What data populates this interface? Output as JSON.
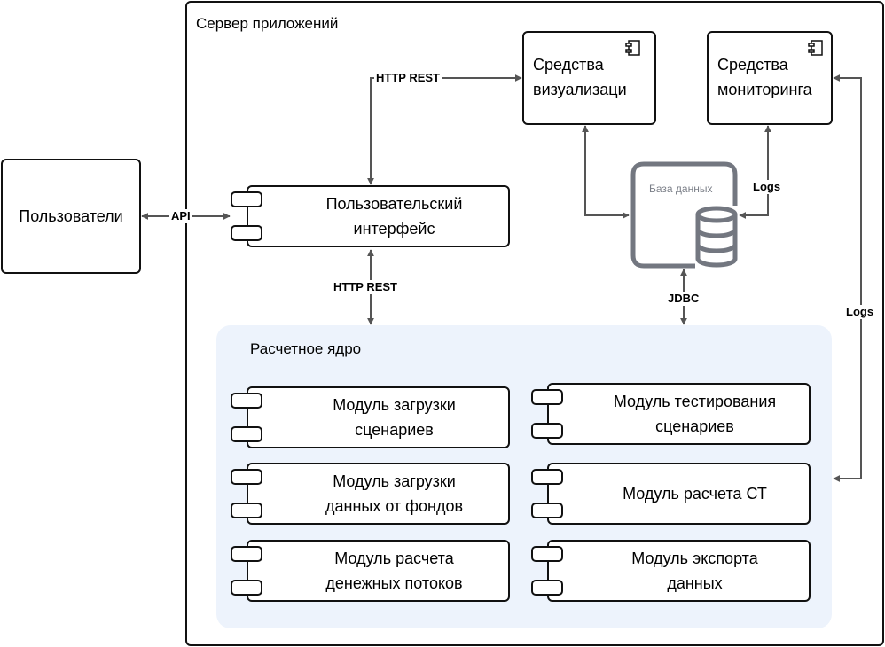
{
  "app_server": {
    "label": "Сервер приложений"
  },
  "users": {
    "label": "Пользователи"
  },
  "ui": {
    "label": "Пользовательский\nинтерфейс"
  },
  "visualization": {
    "label": "Средства\nвизуализаци"
  },
  "monitoring": {
    "label": "Средства\nмониторинга"
  },
  "database": {
    "label": "База данных",
    "icon": "database-icon"
  },
  "core": {
    "title": "Расчетное ядро",
    "modules": [
      {
        "label": "Модуль загрузки\nсценариев"
      },
      {
        "label": "Модуль тестирования\nсценариев"
      },
      {
        "label": "Модуль загрузки\nданных от фондов"
      },
      {
        "label": "Модуль расчета СТ"
      },
      {
        "label": "Модуль расчета\nденежных потоков"
      },
      {
        "label": "Модуль экспорта\nданных"
      }
    ]
  },
  "edges": {
    "api": "API",
    "http_rest_top": "HTTP REST",
    "http_rest_bottom": "HTTP REST",
    "logs_db": "Logs",
    "jdbc": "JDBC",
    "logs_right": "Logs"
  },
  "colors": {
    "stroke": "#111111",
    "arrow": "#555555",
    "db": "#737780",
    "core_bg": "#edf3fc"
  }
}
